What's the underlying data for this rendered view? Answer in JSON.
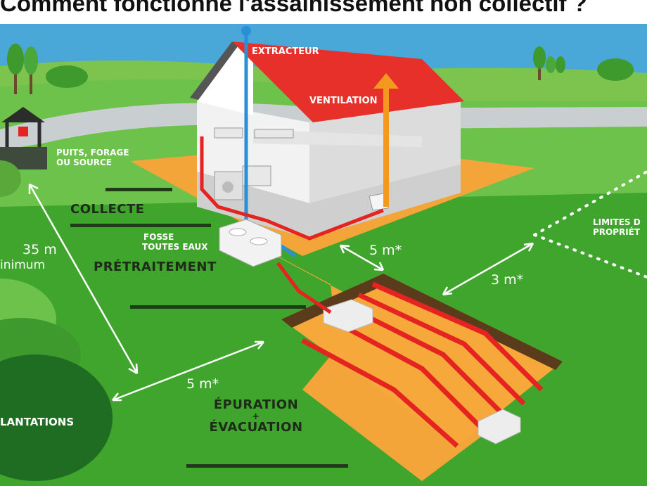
{
  "title": "Comment fonctionne l'assainissement non collectif ?",
  "labels": {
    "extracteur": "EXTRACTEUR",
    "ventilation": "VENTILATION",
    "puits_line1": "PUITS, FORAGE",
    "puits_line2": "OU SOURCE",
    "collecte": "COLLECTE",
    "fosse_line1": "FOSSE",
    "fosse_line2": "TOUTES EAUX",
    "pretraitement": "PRÉTRAITEMENT",
    "epuration": "ÉPURATION",
    "plus": "+",
    "evacuation": "ÉVACUATION",
    "limites_line1": "LIMITES D",
    "limites_line2": "PROPRIÉT",
    "plantations": "LANTATIONS",
    "dist_35m": "35 m",
    "dist_minimum": "inimum",
    "dist_5m_house": "5 m*",
    "dist_3m": "3 m*",
    "dist_5m_plant": "5 m*"
  },
  "colors": {
    "sky": "#4aa8d8",
    "grass": "#3fa52c",
    "grass_light": "#6cc24a",
    "roof": "#e8302a",
    "soil": "#f3a53a",
    "pipe_red": "#e52421",
    "pipe_blue": "#2a8fd6",
    "ventilation_arrow": "#f39a1e",
    "road": "#c9cfd1"
  }
}
